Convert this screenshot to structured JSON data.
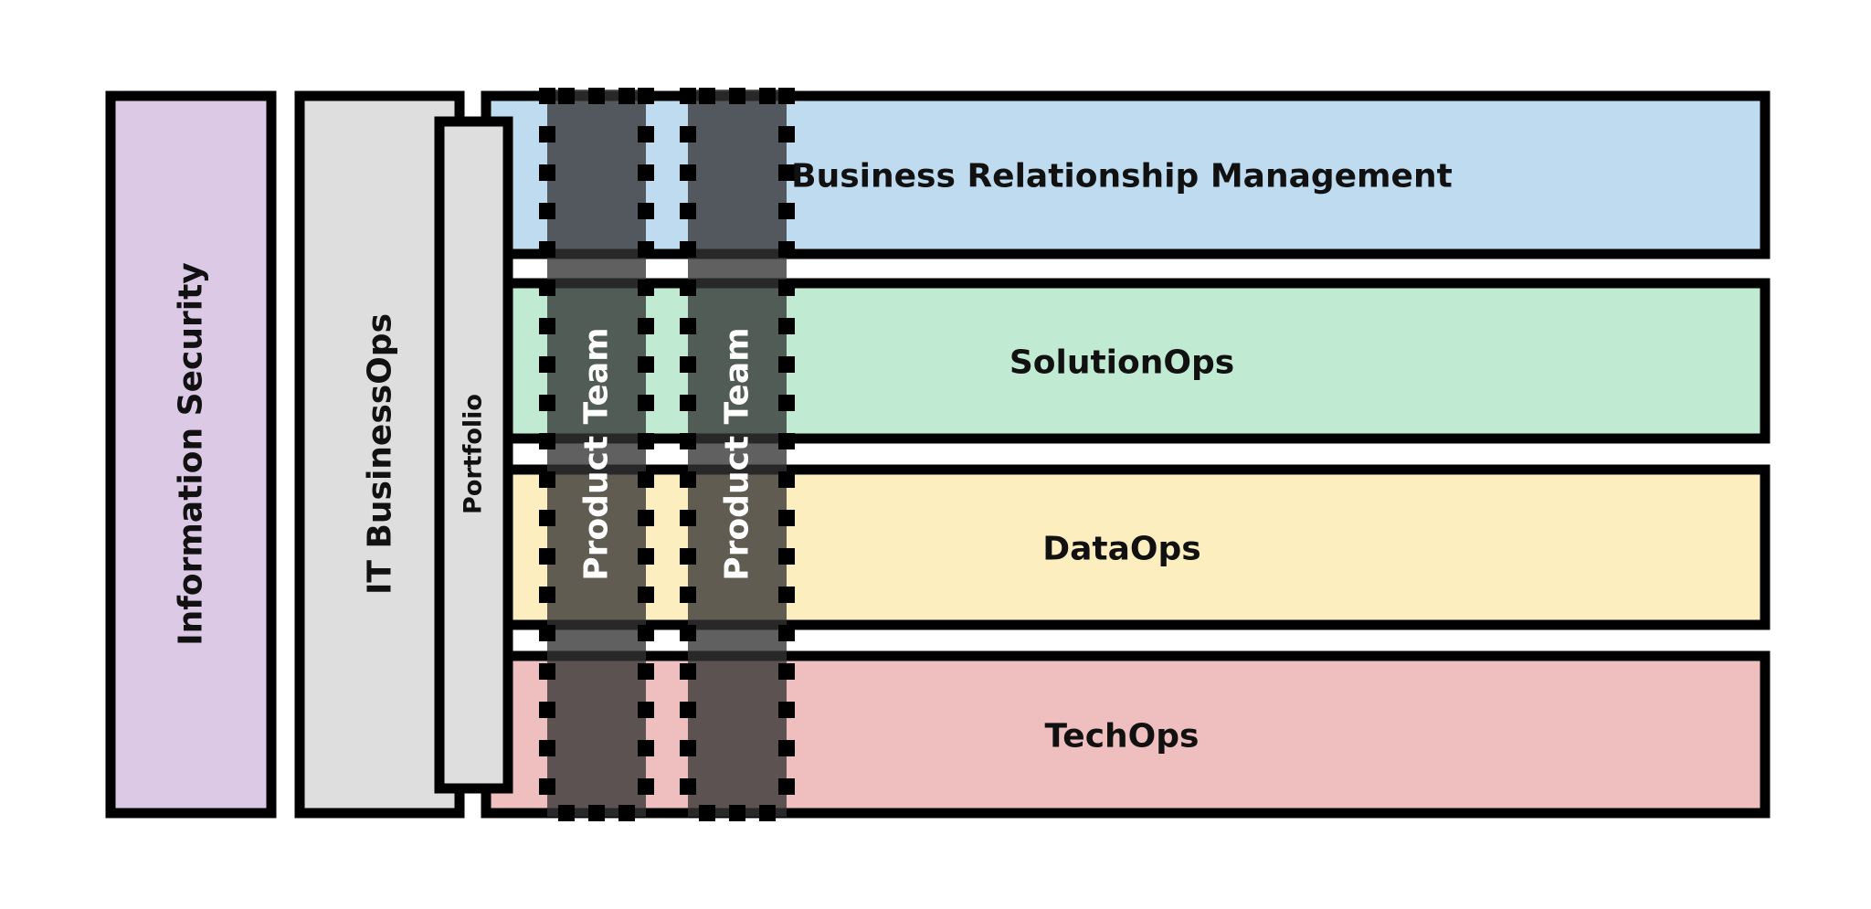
{
  "diagram": {
    "information_security": {
      "label": "Information Security",
      "color": "#dcc9e6"
    },
    "it_businessops": {
      "label": "IT BusinessOps",
      "color": "#dedede"
    },
    "portfolio": {
      "label": "Portfolio",
      "color": "#dedede"
    },
    "bands": [
      {
        "label": "Business Relationship Management",
        "color": "#bfdbf0"
      },
      {
        "label": "SolutionOps",
        "color": "#c0ead2"
      },
      {
        "label": "DataOps",
        "color": "#fdeec0"
      },
      {
        "label": "TechOps",
        "color": "#efbfbf"
      }
    ],
    "product_teams": [
      {
        "label": "Product Team"
      },
      {
        "label": "Product Team"
      }
    ],
    "colors": {
      "border": "#000000",
      "product_team_overlay": "#333333",
      "text_dark": "#111111",
      "text_light": "#ffffff"
    }
  }
}
